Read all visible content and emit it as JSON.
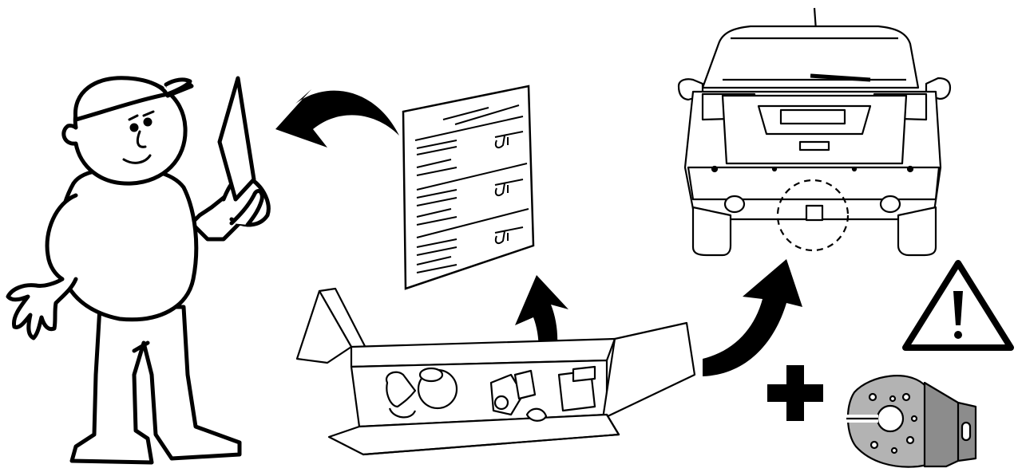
{
  "figure": {
    "kind": "installation-instruction-illustration",
    "text_labels": [],
    "colors": {
      "line": "#000000",
      "fill": "#ffffff",
      "bracket": "#b3b3b3",
      "bracket_shadow": "#8c8c8c"
    }
  },
  "elements": [
    {
      "id": "mechanic",
      "icon": "mechanic-reading-instructions-icon"
    },
    {
      "id": "instruction-sheet",
      "icon": "instruction-document-icon"
    },
    {
      "id": "parts-box",
      "icon": "open-parts-box-icon"
    },
    {
      "id": "vehicle",
      "icon": "suv-rear-view-icon"
    },
    {
      "id": "warning",
      "icon": "warning-triangle-icon"
    },
    {
      "id": "plus",
      "icon": "plus-icon"
    },
    {
      "id": "bracket",
      "icon": "socket-bracket-icon"
    }
  ],
  "flow": [
    {
      "from": "parts-box",
      "to": "instruction-sheet"
    },
    {
      "from": "instruction-sheet",
      "to": "mechanic"
    },
    {
      "from": "parts-box",
      "to": "vehicle"
    }
  ]
}
